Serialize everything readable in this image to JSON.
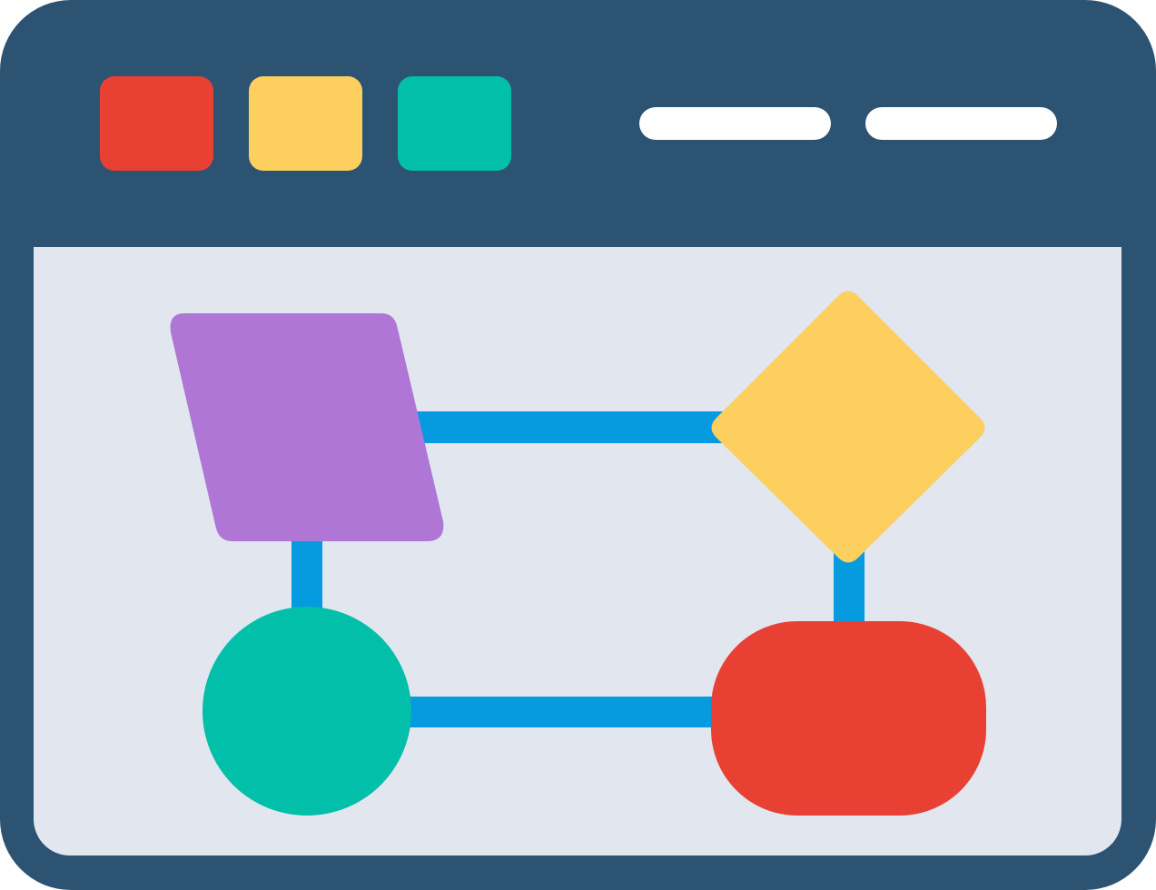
{
  "icon": {
    "name": "flowchart-window-icon",
    "colors": {
      "frame": "#2D5373",
      "content_background": "#E1E6EF",
      "pill": "#FFFFFF",
      "connector": "#069BDE",
      "red": "#E94034",
      "yellow": "#FDCF5F",
      "teal": "#01BFA9",
      "purple": "#B076D6"
    },
    "window_controls": [
      "red-square",
      "yellow-square",
      "teal-square"
    ],
    "title_bar_pills": 2,
    "flowchart": {
      "nodes": [
        {
          "id": "input",
          "shape": "parallelogram",
          "color": "purple"
        },
        {
          "id": "decision",
          "shape": "diamond",
          "color": "yellow"
        },
        {
          "id": "start",
          "shape": "circle",
          "color": "teal"
        },
        {
          "id": "terminal",
          "shape": "rounded-rectangle",
          "color": "red"
        }
      ],
      "connectors": [
        [
          "input",
          "decision"
        ],
        [
          "input",
          "start"
        ],
        [
          "decision",
          "terminal"
        ],
        [
          "start",
          "terminal"
        ]
      ]
    }
  }
}
